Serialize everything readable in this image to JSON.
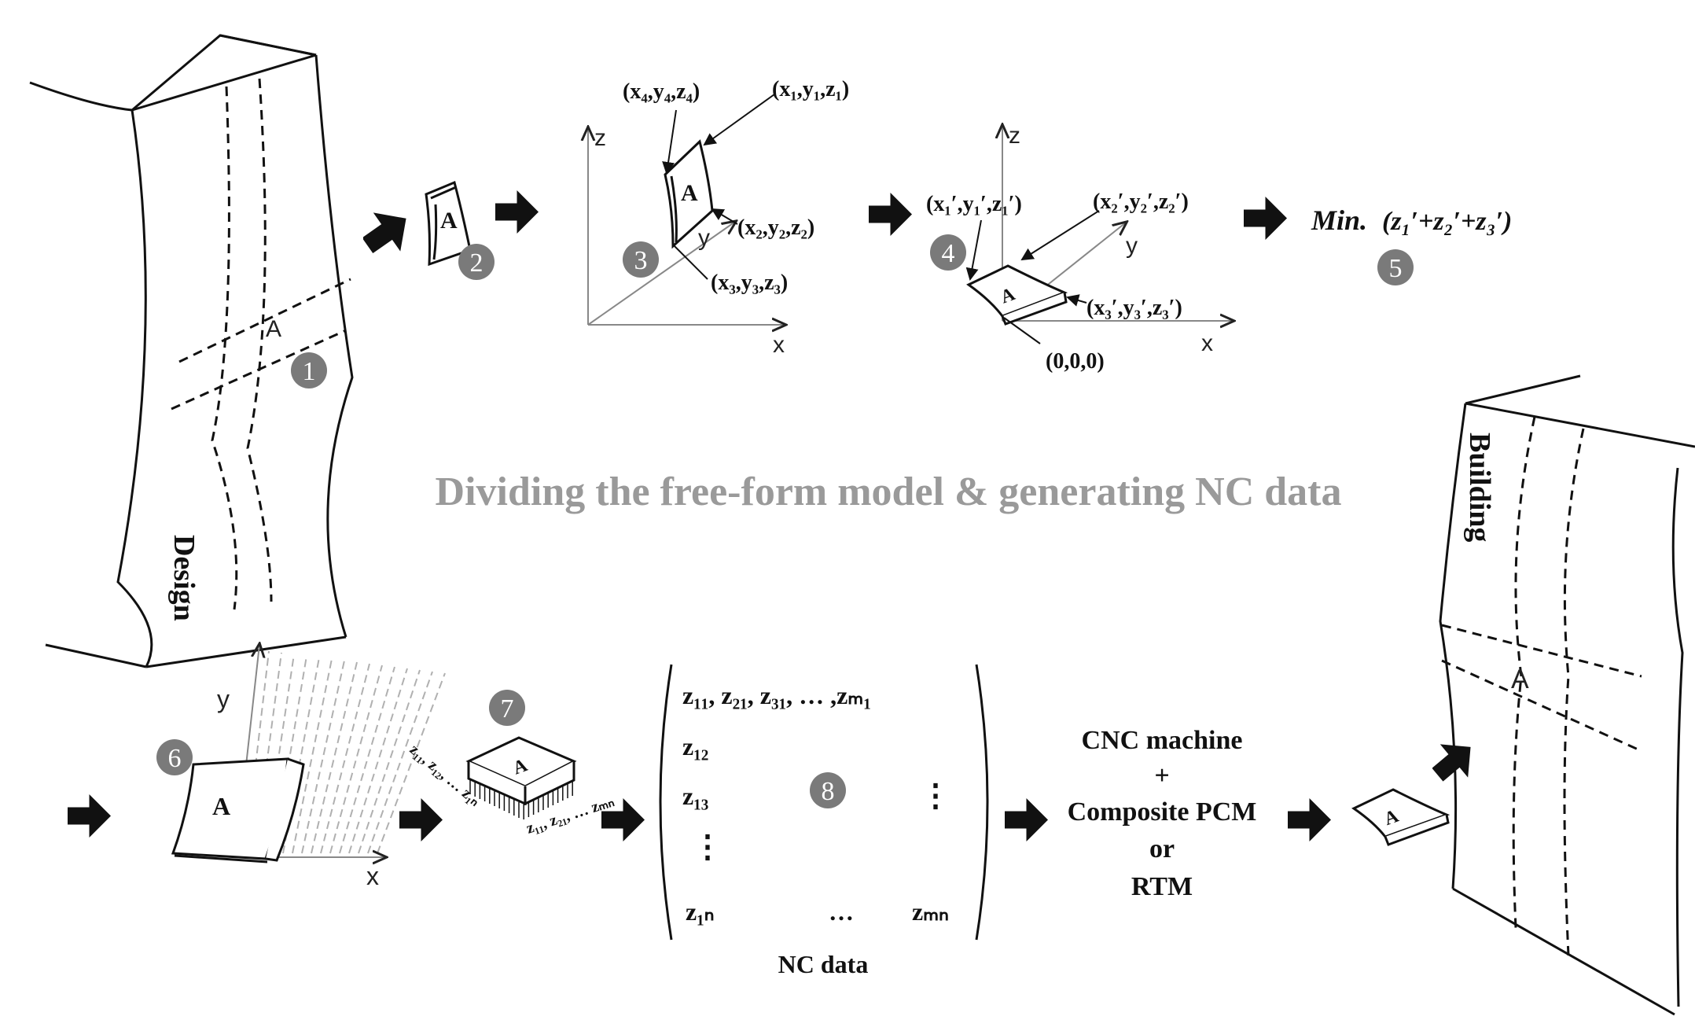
{
  "title": "Dividing the free-form model & generating NC data",
  "labels": {
    "design": "Design",
    "building": "Building",
    "panel": "A",
    "nc_data": "NC data",
    "min_prefix": "Min.",
    "min_expr": "(z₁′+z₂′+z₃′)",
    "pt1": "(x₁,y₁,z₁)",
    "pt2": "(x₂,y₂,z₂)",
    "pt3": "(x₃,y₃,z₃)",
    "pt4": "(x₄,y₄,z₄)",
    "pt1p": "(x₁′,y₁′,z₁′)",
    "pt2p": "(x₂′,y₂′,z₂′)",
    "pt3p": "(x₃′,y₃′,z₃′)",
    "origin": "(0,0,0)",
    "pins_left": "z₁₁, z₁₂, … z₁ₙ",
    "pins_right": "z₁₁, z₂₁, … zₘₙ"
  },
  "axes": {
    "x": "x",
    "y": "y",
    "z": "z"
  },
  "steps": [
    "1",
    "2",
    "3",
    "4",
    "5",
    "6",
    "7",
    "8"
  ],
  "matrix": {
    "row1": "z₁₁, z₂₁, z₃₁, … ,zₘ₁",
    "row2": "z₁₂",
    "row3": "z₁₃",
    "vdots": "⋮",
    "last_first": "z₁ₙ",
    "last_mid": "…",
    "last_end": "zₘₙ"
  },
  "process": {
    "line1": "CNC machine",
    "line2": "+",
    "line3": "Composite PCM",
    "line4": "or",
    "line5": "RTM"
  },
  "colors": {
    "title": "#9a9a9a",
    "step_circle": "#7a7a7a",
    "ink": "#111111"
  }
}
